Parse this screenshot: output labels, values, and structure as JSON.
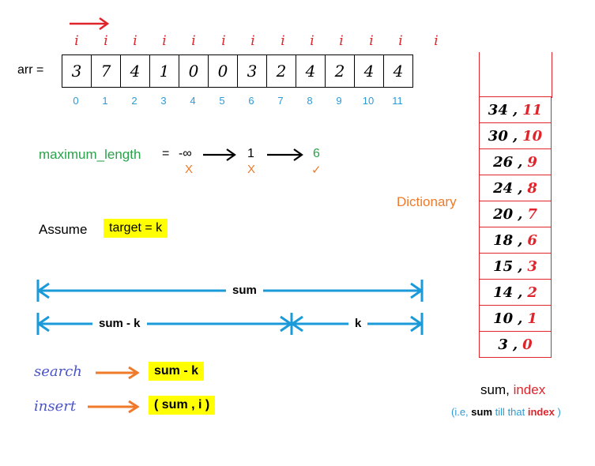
{
  "i_marker": "i",
  "arr_label": "arr  =",
  "arr_values": [
    "3",
    "7",
    "4",
    "1",
    "0",
    "0",
    "3",
    "2",
    "4",
    "2",
    "4",
    "4"
  ],
  "indices": [
    "0",
    "1",
    "2",
    "3",
    "4",
    "5",
    "6",
    "7",
    "8",
    "9",
    "10",
    "11"
  ],
  "maximum_length": {
    "label": "maximum_length",
    "eq": "=",
    "values": [
      "-∞",
      "1",
      "6"
    ],
    "marks": [
      "X",
      "X",
      "✓"
    ]
  },
  "assume": {
    "label": "Assume",
    "target": "target = k"
  },
  "ranges": {
    "sum": "sum",
    "sum_minus_k": "sum - k",
    "k": "k"
  },
  "ops": [
    {
      "verb": "search",
      "value": "sum - k"
    },
    {
      "verb": "insert",
      "value": "( sum , i )"
    }
  ],
  "dictionary": {
    "title": "Dictionary",
    "entries": [
      {
        "sum": "34",
        "index": "11"
      },
      {
        "sum": "30",
        "index": "10"
      },
      {
        "sum": "26",
        "index": "9"
      },
      {
        "sum": "24",
        "index": "8"
      },
      {
        "sum": "20",
        "index": "7"
      },
      {
        "sum": "18",
        "index": "6"
      },
      {
        "sum": "15",
        "index": "3"
      },
      {
        "sum": "14",
        "index": "2"
      },
      {
        "sum": "10",
        "index": "1"
      },
      {
        "sum": "3",
        "index": "0"
      }
    ],
    "legend_sum": "sum,",
    "legend_index": "index",
    "note_open": "(i.e,",
    "note_sum": "sum",
    "note_mid": "till that",
    "note_index": "index",
    "note_close": ")"
  },
  "colors": {
    "red": "#e0242c",
    "blue": "#2e9ad6",
    "green": "#2aa24a",
    "orange": "#f07a2a",
    "highlight": "#ffff00",
    "verb": "#4b55c8"
  }
}
